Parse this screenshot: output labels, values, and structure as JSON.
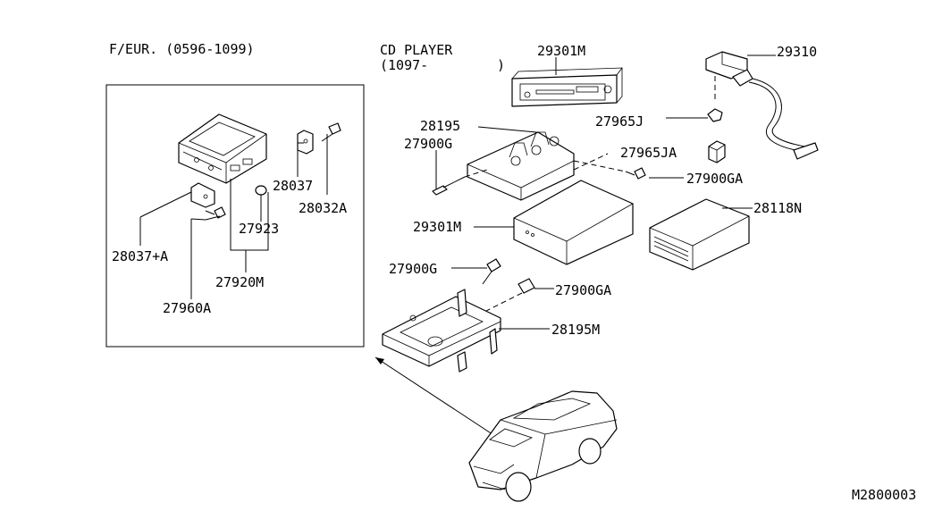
{
  "headers": {
    "variant": "F/EUR. (0596-1099)",
    "cd_player_line1": "CD PLAYER",
    "cd_player_line2": "(1097-",
    "cd_player_paren": ")"
  },
  "parts": {
    "p29301M_top": "29301M",
    "p29310": "29310",
    "p27965J": "27965J",
    "p27965JA": "27965JA",
    "p28195": "28195",
    "p27900G_top": "27900G",
    "p27900GA_top": "27900GA",
    "p28118N": "28118N",
    "p29301M_mid": "29301M",
    "p27900G_bot": "27900G",
    "p27900GA_bot": "27900GA",
    "p28195M": "28195M",
    "p28037": "28037",
    "p28032A": "28032A",
    "p27923": "27923",
    "p28037A": "28037+A",
    "p27920M": "27920M",
    "p27960A": "27960A"
  },
  "diagram_code": "M2800003"
}
